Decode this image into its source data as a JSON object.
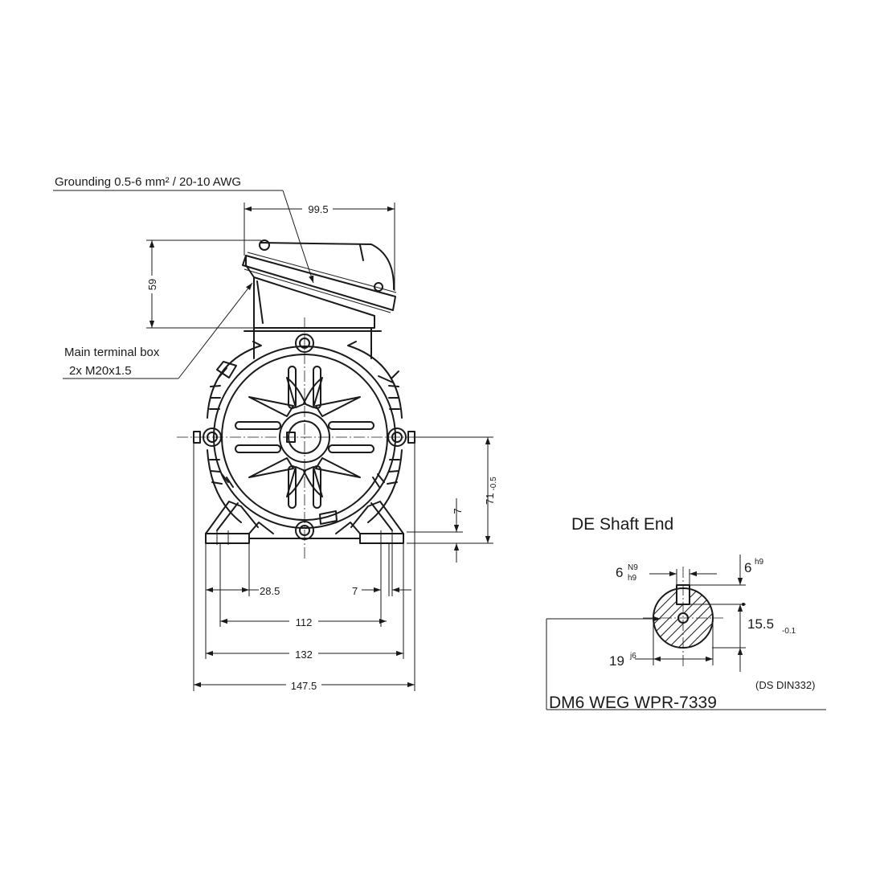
{
  "labels": {
    "grounding": "Grounding 0.5-6 mm² / 20-10 AWG",
    "terminal_box_line1": "Main terminal box",
    "terminal_box_line2": "2x M20x1.5",
    "shaft_end_title": "DE Shaft End",
    "standard_ref": "(DS DIN332)",
    "model": "DM6 WEG WPR-7339"
  },
  "dimensions": {
    "box_width": "99.5",
    "box_height": "59",
    "shaft_height": "71",
    "shaft_height_tol": "-0.5",
    "foot_height": "7",
    "foot_offset": "28.5",
    "foot_slot": "7",
    "foot_spacing": "112",
    "foot_width": "132",
    "overall_width": "147.5",
    "key_width": "6",
    "key_width_fit_upper": "N9",
    "key_width_fit_lower": "h9",
    "key_height": "6",
    "key_height_fit": "h9",
    "shaft_depth": "15.5",
    "shaft_depth_tol": "-0.1",
    "shaft_diameter": "19",
    "shaft_diameter_fit": "j6"
  }
}
